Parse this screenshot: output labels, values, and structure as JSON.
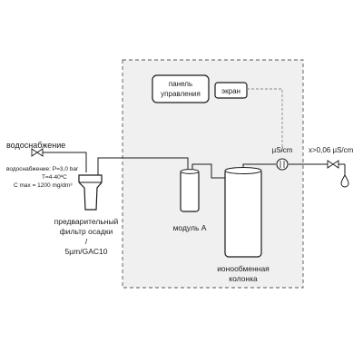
{
  "labels": {
    "control_panel_line1": "панель",
    "control_panel_line2": "управления",
    "screen": "экран",
    "water_supply": "водоснабжение",
    "supply_pressure": "водоснабжение: P=3,0 bar",
    "supply_temp": "T=4-40ºC",
    "supply_conc": "C max = 1200 mg/dm³",
    "prefilter_line1": "предварительный",
    "prefilter_line2": "фильтр осадки",
    "prefilter_line3": "/",
    "prefilter_line4": "5µm/GAC10",
    "module_a": "модуль A",
    "ion_line1": "ионообменная",
    "ion_line2": "колонка",
    "conductivity": "µS/cm",
    "output_spec": "x>0,06 µS/cm"
  },
  "colors": {
    "enclosure_fill": "#f0f0f0",
    "enclosure_border": "#555555",
    "line": "#1a1a1a",
    "signal_line": "#888888",
    "component_fill": "#ffffff"
  },
  "icons": {
    "inlet_valve": "valve-icon",
    "outlet_valve": "valve-icon",
    "conductivity_sensor": "sensor-icon",
    "water_drop": "drop-icon"
  }
}
